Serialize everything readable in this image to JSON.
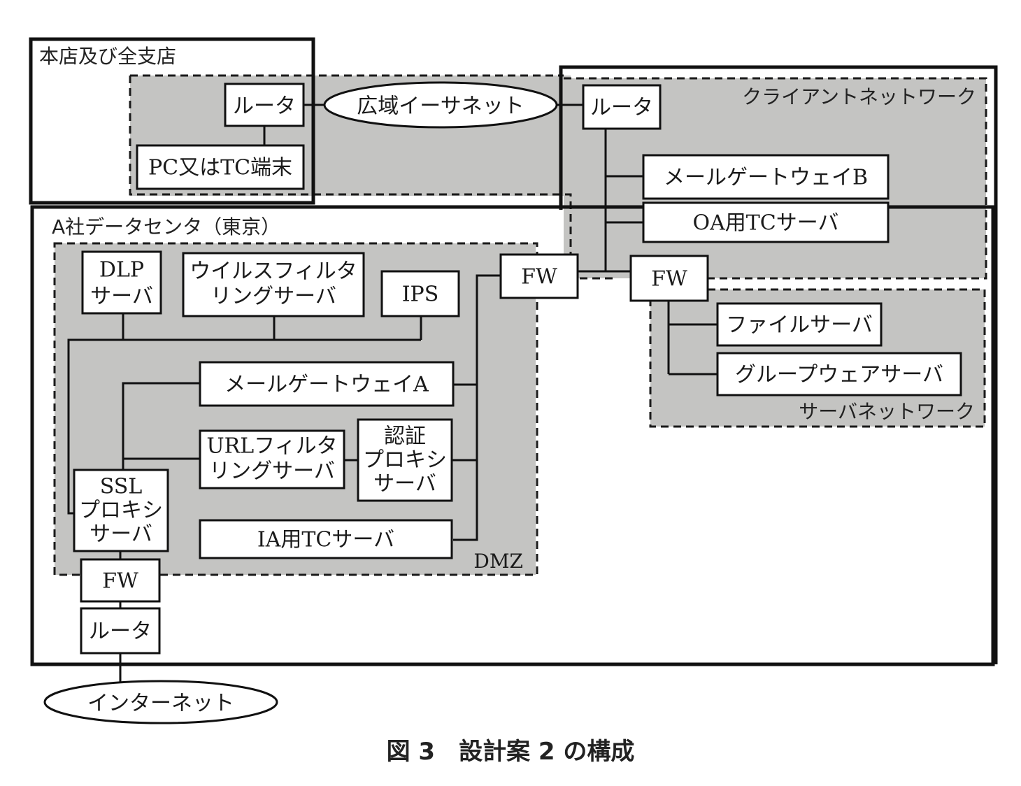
{
  "figure": {
    "caption": "図 3　設計案 2 の構成"
  },
  "zones": {
    "branches": "本店及び全支店",
    "datacenter": "A社データセンタ（東京）",
    "client_network": "クライアントネットワーク",
    "server_network": "サーバネットワーク",
    "dmz": "DMZ"
  },
  "clouds": {
    "wan": "広域イーサネット",
    "internet": "インターネット"
  },
  "nodes": {
    "branch_router": "ルータ",
    "branch_terminal": "PC又はTC端末",
    "client_router": "ルータ",
    "mail_gateway_b": "メールゲートウェイB",
    "oa_tc_server": "OA用TCサーバ",
    "fw_center": "FW",
    "fw_dmz": "FW",
    "file_server": "ファイルサーバ",
    "groupware_server": "グループウェアサーバ",
    "dlp_server": [
      "DLP",
      "サーバ"
    ],
    "virus_filter_server": [
      "ウイルスフィルタ",
      "リングサーバ"
    ],
    "ips": "IPS",
    "mail_gateway_a": "メールゲートウェイA",
    "url_filter_server": [
      "URLフィルタ",
      "リングサーバ"
    ],
    "auth_proxy_server": [
      "認証",
      "プロキシ",
      "サーバ"
    ],
    "ssl_proxy_server": [
      "SSL",
      "プロキシ",
      "サーバ"
    ],
    "ia_tc_server": "IA用TCサーバ",
    "fw_internet": "FW",
    "internet_router": "ルータ"
  },
  "colors": {
    "zone_fill": "#c4c4c2",
    "line": "#111111",
    "background": "#ffffff"
  }
}
